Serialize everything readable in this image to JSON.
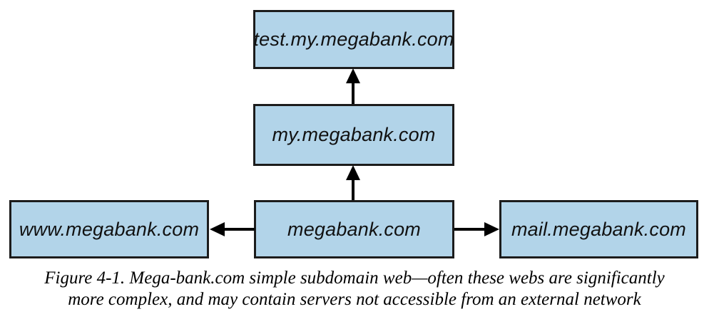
{
  "diagram": {
    "nodes": {
      "test": "test.my.megabank.com",
      "my": "my.megabank.com",
      "www": "www.megabank.com",
      "root": "megabank.com",
      "mail": "mail.megabank.com"
    },
    "edges": [
      {
        "from": "my",
        "to": "test",
        "direction": "up"
      },
      {
        "from": "root",
        "to": "my",
        "direction": "up"
      },
      {
        "from": "root",
        "to": "www",
        "direction": "left"
      },
      {
        "from": "root",
        "to": "mail",
        "direction": "right"
      }
    ],
    "colors": {
      "node_fill": "#B2D4E9",
      "node_border": "#1C1C1C",
      "arrow": "#000000"
    }
  },
  "caption": {
    "line1": "Figure 4-1. Mega-bank.com simple subdomain web—often these webs are significantly",
    "line2": "more complex, and may contain servers not accessible from an external network"
  }
}
